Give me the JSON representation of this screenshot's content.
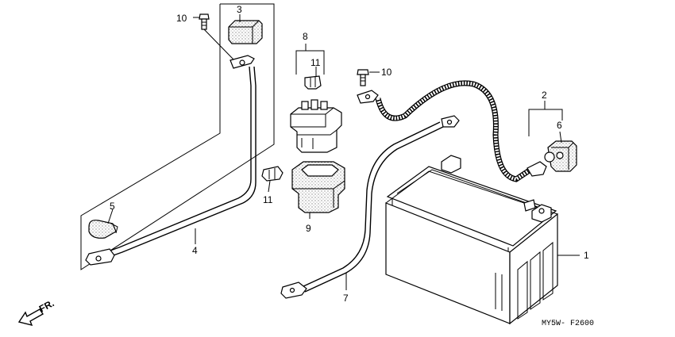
{
  "callouts": {
    "c1": "1",
    "c2": "2",
    "c3": "3",
    "c4": "4",
    "c5": "5",
    "c6": "6",
    "c7": "7",
    "c8": "8",
    "c9": "9",
    "c10a": "10",
    "c10b": "10",
    "c11a": "11",
    "c11b": "11"
  },
  "direction_label": "FR.",
  "diagram_code": "MY5W- F2600",
  "colors": {
    "ink": "#000000",
    "texture": "#bdbdbd",
    "paper": "#ffffff"
  }
}
